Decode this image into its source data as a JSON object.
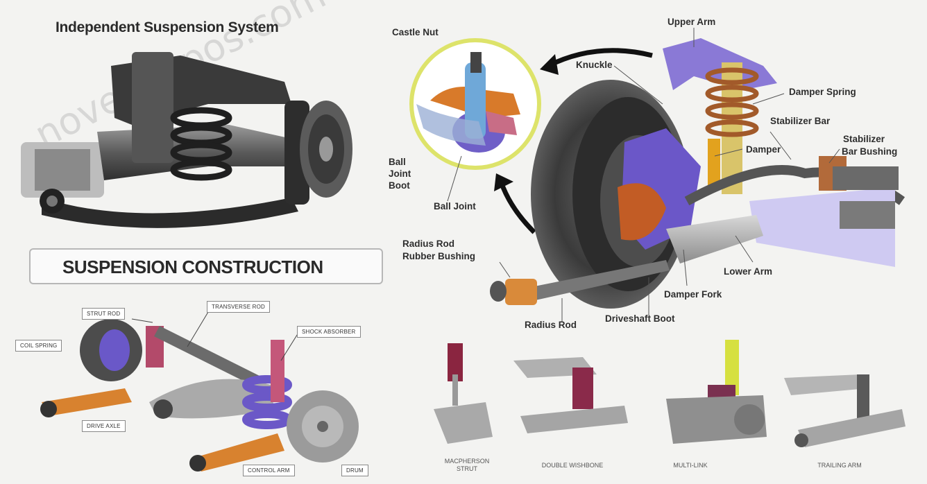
{
  "title": "Independent Suspension System",
  "construction_heading": "SUSPENSION CONSTRUCTION",
  "watermark": "novelkarpos.com",
  "labels": {
    "castle_nut": "Castle Nut",
    "knuckle": "Knuckle",
    "upper_arm": "Upper Arm",
    "damper_spring": "Damper Spring",
    "stabilizer_bar": "Stabilizer Bar",
    "damper": "Damper",
    "stabilizer_bushing_1": "Stabilizer",
    "stabilizer_bushing_2": "Bar Bushing",
    "ball_joint_boot_1": "Ball",
    "ball_joint_boot_2": "Joint",
    "ball_joint_boot_3": "Boot",
    "ball_joint": "Ball Joint",
    "radius_rod_bushing_1": "Radius Rod",
    "radius_rod_bushing_2": "Rubber Bushing",
    "lower_arm": "Lower Arm",
    "damper_fork": "Damper Fork",
    "driveshaft_boot": "Driveshaft Boot",
    "radius_rod": "Radius Rod"
  },
  "construction_labels": {
    "strut_rod": "STRUT ROD",
    "transverse_rod": "TRANSVERSE ROD",
    "coil_spring": "COIL SPRING",
    "shock_absorber": "SHOCK ABSORBER",
    "drive_axle": "DRIVE AXLE",
    "control_arm": "CONTROL ARM",
    "drum": "DRUM"
  },
  "bottom_captions": {
    "macpherson_1": "MACPHERSON",
    "macpherson_2": "STRUT",
    "double_wishbone": "DOUBLE WISHBONE",
    "multi_link": "MULTI-LINK",
    "trailing_arm": "TRAILING ARM"
  }
}
